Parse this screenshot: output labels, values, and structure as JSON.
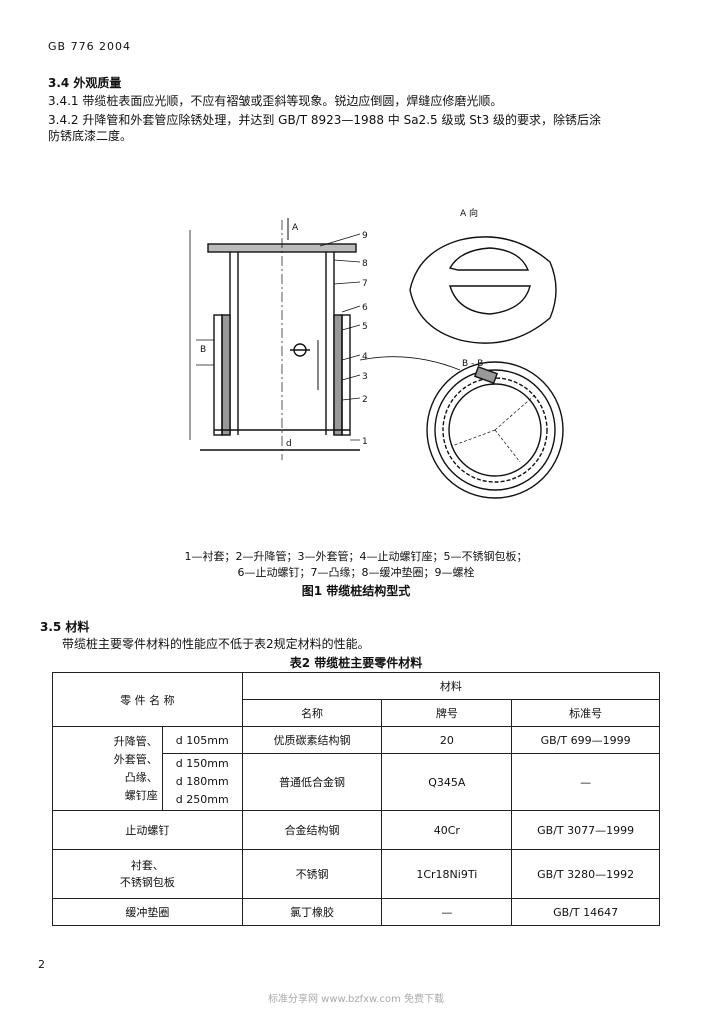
{
  "header": {
    "standard": "GB 776  2004"
  },
  "section_3_4": {
    "title": "3.4  外观质量",
    "item1": "3.4.1   带缆桩表面应光顺，不应有褶皱或歪斜等现象。锐边应倒圆，焊缝应修磨光顺。",
    "item2_line1": "3.4.2   升降管和外套管应除锈处理，并达到 GB/T 8923—1988 中 Sa2.5 级或 St3 级的要求，除锈后涂",
    "item2_line2": "防锈底漆二度。"
  },
  "figure": {
    "labels": {
      "a": "A",
      "a_view": "A 向",
      "bb": "B - B",
      "b": "B",
      "d": "d",
      "n1": "1",
      "n2": "2",
      "n3": "3",
      "n4": "4",
      "n5": "5",
      "n6": "6",
      "n7": "7",
      "n8": "8",
      "n9": "9"
    },
    "legend_line1": "1—衬套；2—升降管；3—外套管；4—止动螺钉座；5—不锈钢包板；",
    "legend_line2": "6—止动螺钉；7—凸缘；8—缓冲垫圈；9—螺栓",
    "title": "图1   带缆桩结构型式"
  },
  "section_3_5": {
    "title": "3.5  材料",
    "text": "带缆桩主要零件材料的性能应不低于表2规定材料的性能。"
  },
  "table": {
    "title": "表2   带缆桩主要零件材料",
    "head_part": "零  件  名  称",
    "head_material": "材料",
    "head_name": "名称",
    "head_grade": "牌号",
    "head_std": "标准号",
    "r1_part": "升降管、",
    "r1_size": "d 105mm",
    "r1_name": "优质碳素结构钢",
    "r1_grade": "20",
    "r1_std": "GB/T 699—1999",
    "r2_part_a": "外套管、",
    "r2_part_b": "凸缘、",
    "r2_part_c": "螺钉座",
    "r2_size_a": "d 150mm",
    "r2_size_b": "d 180mm",
    "r2_size_c": "d 250mm",
    "r2_name": "普通低合金钢",
    "r2_grade": "Q345A",
    "r2_std": "—",
    "r3_part": "止动螺钉",
    "r3_name": "合金结构钢",
    "r3_grade": "40Cr",
    "r3_std": "GB/T 3077—1999",
    "r4_part_a": "衬套、",
    "r4_part_b": "不锈钢包板",
    "r4_name": "不锈钢",
    "r4_grade": "1Cr18Ni9Ti",
    "r4_std": "GB/T 3280—1992",
    "r5_part": "缓冲垫圈",
    "r5_name": "氯丁橡胶",
    "r5_grade": "—",
    "r5_std": "GB/T 14647"
  },
  "page_number": "2",
  "footer": "标准分享网 www.bzfxw.com 免费下载"
}
